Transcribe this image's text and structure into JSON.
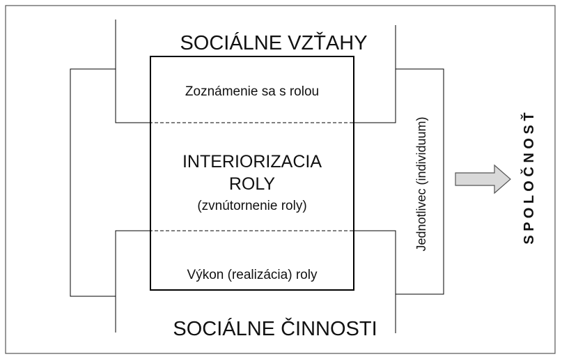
{
  "diagram": {
    "top_heading": "SOCIÁLNE VZŤAHY",
    "bottom_heading": "SOCIÁLNE ČINNOSTI",
    "center_box": {
      "top_text": "Zoznámenie sa s rolou",
      "middle_line1": "INTERIORIZACIA",
      "middle_line2": "ROLY",
      "middle_line3": "(zvnútornenie roly)",
      "bottom_text": "Výkon (realizácia) roly"
    },
    "side_label": "Jednotlivec (individuum)",
    "society_label": "S P O L O Č N O S Ť",
    "colors": {
      "line": "#000000",
      "frame": "#555555",
      "arrow_fill": "#d9d9d9",
      "arrow_stroke": "#555555"
    }
  }
}
